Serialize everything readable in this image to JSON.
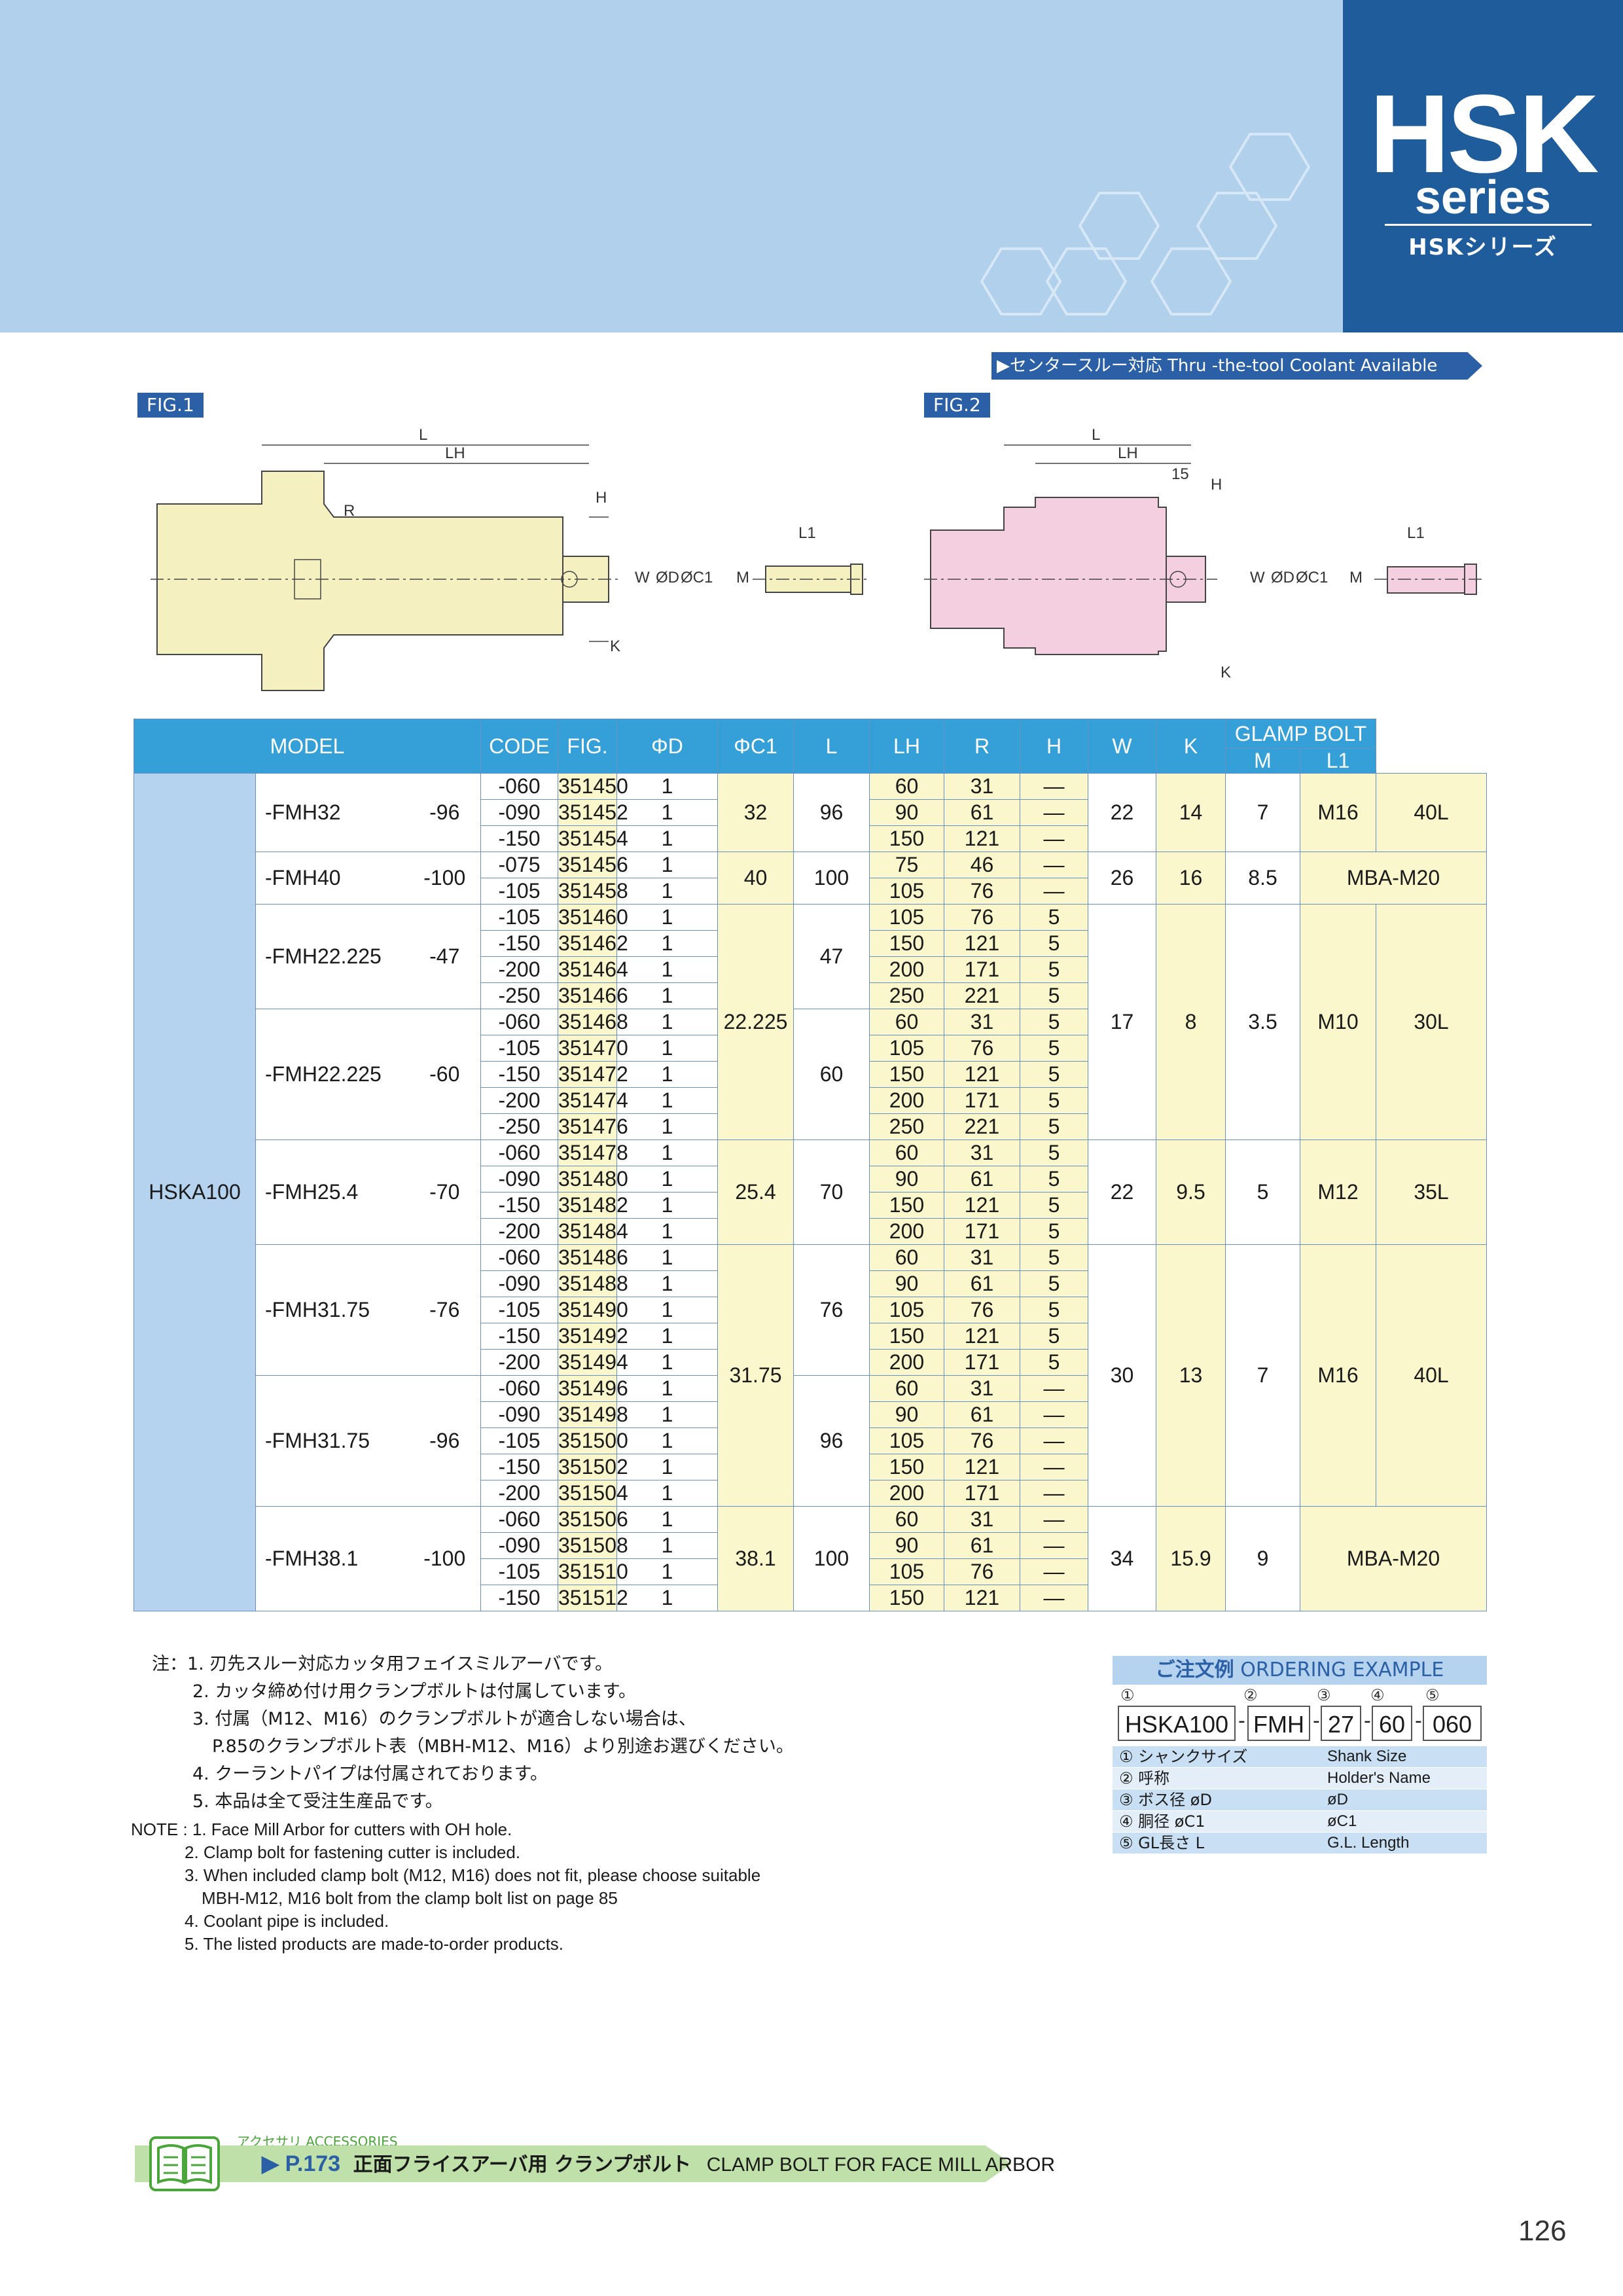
{
  "header": {
    "series_title": "HSK",
    "series_sub": "series",
    "series_jp": "HSKシリーズ",
    "coolant_banner": "▶センタースルー対応  Thru -the-tool Coolant Available"
  },
  "figures": {
    "fig1_label": "FIG.1",
    "fig2_label": "FIG.2",
    "dims": {
      "L": "L",
      "LH": "LH",
      "H": "H",
      "R": "R",
      "W": "W",
      "D": "ØD",
      "C1": "ØC1",
      "K": "K",
      "M": "M",
      "L1": "L1",
      "fifteen": "15"
    }
  },
  "table": {
    "headers": {
      "model": "MODEL",
      "code": "CODE",
      "fig": "FIG.",
      "d": "ΦD",
      "c1": "ΦC1",
      "l": "L",
      "lh": "LH",
      "r": "R",
      "h": "H",
      "w": "W",
      "k": "K",
      "bolt": "GLAMP BOLT",
      "m": "M",
      "l1": "L1"
    },
    "shank": "HSKA100",
    "groups": [
      {
        "name": "-FMH32",
        "c1code": "-96",
        "d": "32",
        "c1": "96",
        "h": "22",
        "w": "14",
        "k": "7",
        "m": "M16",
        "l1": "40L",
        "rows": [
          [
            "-060",
            "351450",
            "1",
            "60",
            "31",
            "—"
          ],
          [
            "-090",
            "351452",
            "1",
            "90",
            "61",
            "—"
          ],
          [
            "-150",
            "351454",
            "1",
            "150",
            "121",
            "—"
          ]
        ]
      },
      {
        "name": "-FMH40",
        "c1code": "-100",
        "d": "40",
        "c1": "100",
        "h": "26",
        "w": "16",
        "k": "8.5",
        "bolt": "MBA-M20",
        "rows": [
          [
            "-075",
            "351456",
            "1",
            "75",
            "46",
            "—"
          ],
          [
            "-105",
            "351458",
            "1",
            "105",
            "76",
            "—"
          ]
        ]
      },
      {
        "name": "-FMH22.225",
        "c1code": "-47",
        "c1": "47",
        "rows": [
          [
            "-105",
            "351460",
            "1",
            "105",
            "76",
            "5"
          ],
          [
            "-150",
            "351462",
            "1",
            "150",
            "121",
            "5"
          ],
          [
            "-200",
            "351464",
            "1",
            "200",
            "171",
            "5"
          ],
          [
            "-250",
            "351466",
            "1",
            "250",
            "221",
            "5"
          ]
        ]
      },
      {
        "name": "-FMH22.225",
        "c1code": "-60",
        "c1": "60",
        "rows": [
          [
            "-060",
            "351468",
            "1",
            "60",
            "31",
            "5"
          ],
          [
            "-105",
            "351470",
            "1",
            "105",
            "76",
            "5"
          ],
          [
            "-150",
            "351472",
            "1",
            "150",
            "121",
            "5"
          ],
          [
            "-200",
            "351474",
            "1",
            "200",
            "171",
            "5"
          ],
          [
            "-250",
            "351476",
            "1",
            "250",
            "221",
            "5"
          ]
        ]
      },
      {
        "name": "-FMH25.4",
        "c1code": "-70",
        "d": "25.4",
        "c1": "70",
        "h": "22",
        "w": "9.5",
        "k": "5",
        "m": "M12",
        "l1": "35L",
        "rows": [
          [
            "-060",
            "351478",
            "1",
            "60",
            "31",
            "5"
          ],
          [
            "-090",
            "351480",
            "1",
            "90",
            "61",
            "5"
          ],
          [
            "-150",
            "351482",
            "1",
            "150",
            "121",
            "5"
          ],
          [
            "-200",
            "351484",
            "1",
            "200",
            "171",
            "5"
          ]
        ]
      },
      {
        "name": "-FMH31.75",
        "c1code": "-76",
        "c1": "76",
        "rows": [
          [
            "-060",
            "351486",
            "1",
            "60",
            "31",
            "5"
          ],
          [
            "-090",
            "351488",
            "1",
            "90",
            "61",
            "5"
          ],
          [
            "-105",
            "351490",
            "1",
            "105",
            "76",
            "5"
          ],
          [
            "-150",
            "351492",
            "1",
            "150",
            "121",
            "5"
          ],
          [
            "-200",
            "351494",
            "1",
            "200",
            "171",
            "5"
          ]
        ]
      },
      {
        "name": "-FMH31.75",
        "c1code": "-96",
        "c1": "96",
        "rows": [
          [
            "-060",
            "351496",
            "1",
            "60",
            "31",
            "—"
          ],
          [
            "-090",
            "351498",
            "1",
            "90",
            "61",
            "—"
          ],
          [
            "-105",
            "351500",
            "1",
            "105",
            "76",
            "—"
          ],
          [
            "-150",
            "351502",
            "1",
            "150",
            "121",
            "—"
          ],
          [
            "-200",
            "351504",
            "1",
            "200",
            "171",
            "—"
          ]
        ]
      },
      {
        "name": "-FMH38.1",
        "c1code": "-100",
        "d": "38.1",
        "c1": "100",
        "h": "34",
        "w": "15.9",
        "k": "9",
        "bolt": "MBA-M20",
        "rows": [
          [
            "-060",
            "351506",
            "1",
            "60",
            "31",
            "—"
          ],
          [
            "-090",
            "351508",
            "1",
            "90",
            "61",
            "—"
          ],
          [
            "-105",
            "351510",
            "1",
            "105",
            "76",
            "—"
          ],
          [
            "-150",
            "351512",
            "1",
            "150",
            "121",
            "—"
          ]
        ]
      }
    ],
    "merged": {
      "d_22": "22.225",
      "d_31": "31.75",
      "h_22": "17",
      "w_22": "8",
      "k_22": "3.5",
      "m_22": "M10",
      "l1_22": "30L",
      "h_31": "30",
      "w_31": "13",
      "k_31": "7",
      "m_31": "M16",
      "l1_31": "40L"
    }
  },
  "notes_jp": [
    "注：1. 刃先スルー対応カッタ用フェイスミルアーバです。",
    "2. カッタ締め付け用クランプボルトは付属しています。",
    "3. 付属（M12、M16）のクランプボルトが適合しない場合は、",
    "P.85のクランプボルト表（MBH-M12、M16）より別途お選びください。",
    "4. クーラントパイプは付属されております。",
    "5. 本品は全て受注生産品です。"
  ],
  "notes_en": [
    "NOTE : 1. Face Mill Arbor for cutters with OH hole.",
    "2. Clamp bolt for fastening cutter is included.",
    "3. When included clamp bolt (M12, M16) does not fit, please choose suitable",
    "MBH-M12, M16 bolt from the clamp bolt list on page 85",
    "4. Coolant pipe is included.",
    "5. The listed products are made-to-order products."
  ],
  "ordering": {
    "title_jp": "ご注文例",
    "title_en": "ORDERING EXAMPLE",
    "nums": [
      "①",
      "②",
      "③",
      "④",
      "⑤"
    ],
    "parts": [
      "HSKA100",
      "FMH",
      "27",
      "60",
      "060"
    ],
    "rows": [
      {
        "jp": "① シャンクサイズ",
        "en": "Shank Size"
      },
      {
        "jp": "② 呼称",
        "en": "Holder's Name"
      },
      {
        "jp": "③ ボス径 øD",
        "en": "øD"
      },
      {
        "jp": "④ 胴径 øC1",
        "en": "øC1"
      },
      {
        "jp": "⑤ GL長さ L",
        "en": "G.L. Length"
      }
    ]
  },
  "footer": {
    "acc_jp": "アクセサリ ACCESSORIES",
    "acc_page": "▶ P.173",
    "acc_title_jp": "正面フライスアーバ用 クランプボルト",
    "acc_title_en": "CLAMP BOLT FOR FACE MILL ARBOR",
    "page_number": "126"
  },
  "colors": {
    "header": "#b0d0ec",
    "series": "#1f5c9c",
    "table_head": "#35a0d8",
    "cell": "#fbf7cc",
    "fig1": "#f4f0c0",
    "fig2": "#f4cfe0"
  }
}
